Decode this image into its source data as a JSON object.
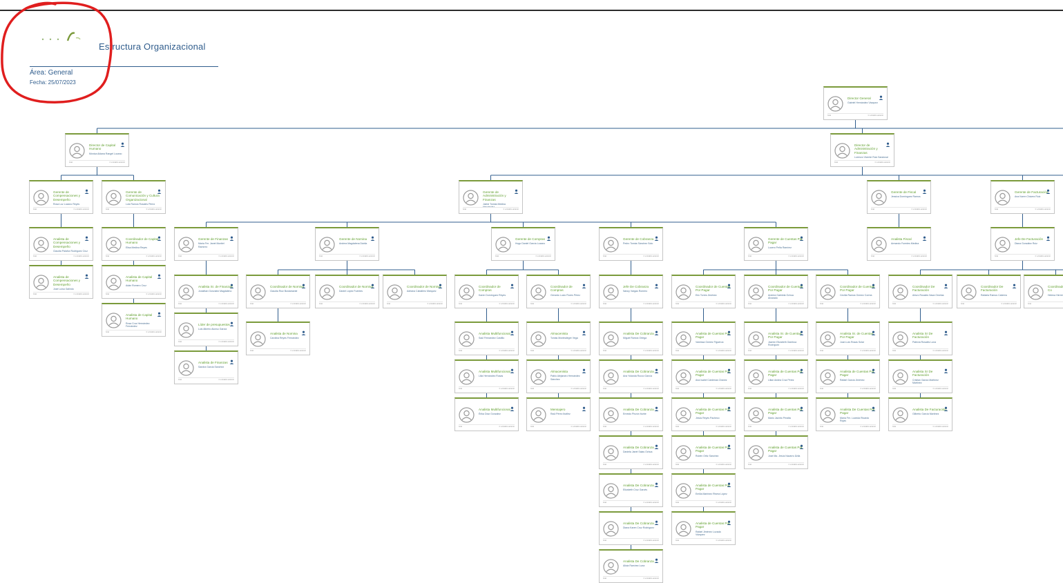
{
  "header": {
    "title": "Estructura Organizacional",
    "area": "Área: General",
    "fecha": "Fecha: 25/07/2023"
  },
  "colors": {
    "accent_green": "#7a9a3a",
    "text_green": "#5e9e2b",
    "line_blue": "#2f5c8c",
    "annotation_red": "#e01e1e"
  },
  "icons": {
    "avatar": "person-avatar-icon",
    "pin": "user-pin-icon"
  },
  "card_defaults": {
    "foot_left": "Gral",
    "foot_right": "Ir a Grafico anterior"
  },
  "cards": [
    {
      "role": "Director General",
      "person": "Gabriel Hernández Vázquez"
    },
    {
      "role": "Director de Capital Humano",
      "person": "Mónica Aldana Rangel Lozano"
    },
    {
      "role": "Director de Administración y Finanzas",
      "person": "Lorenzo Vicente Ruiz Sandoval"
    },
    {
      "role": "Gerente de Compensaciones y Desempeño",
      "person": "Rosa Luz Lozano Reyes"
    },
    {
      "role": "Gerente de Comunicación y Cultura Organizacional",
      "person": "Luis Ramos Rosales Pérez"
    },
    {
      "role": "Gerente de Administración y Finanzas",
      "person": "Jaime Tomás Medina Hernández"
    },
    {
      "role": "Gerente de Fiscal",
      "person": "Jessica Domínguez Ramos"
    },
    {
      "role": "Gerente de Facturación",
      "person": "Ana Karen Chávez Ruiz"
    },
    {
      "role": "Analista de Compensaciones y Desempeño",
      "person": "Claudia Palafox Rodríguez Cruz"
    },
    {
      "role": "Coordinador de Capital Humano",
      "person": "Elisa Medina Reyes"
    },
    {
      "role": "Gerente de Finanzas",
      "person": "María Fer. Janet Montiel Ramírez"
    },
    {
      "role": "Gerente de Nomina",
      "person": "Andrea Magdalena Dávila"
    },
    {
      "role": "Gerente de Compras",
      "person": "Hugo Daniel García Lozano"
    },
    {
      "role": "Gerente de Cobranza",
      "person": "Pedro Tomás Sánchez Soto"
    },
    {
      "role": "Gerente de Cuentas Por Pagar",
      "person": "Lucero Peña Ramírez"
    },
    {
      "role": "Analista Fiscal",
      "person": "Armando Fuentes Medina"
    },
    {
      "role": "Jefe De Facturación",
      "person": "Diana González Ruiz"
    },
    {
      "role": "Analista de Compensaciones y Desempeño",
      "person": "José Luisa Galindo"
    },
    {
      "role": "Analista de Capital Humano",
      "person": "Adán Romero Cruz"
    },
    {
      "role": "Analista de Capital Humano",
      "person": "Rosa Cruz Hernández Fernández"
    },
    {
      "role": "Analista Sr. de Finanzas",
      "person": "Jonathan Gonzalez Magdaleno"
    },
    {
      "role": "Líder de presupuestos",
      "person": "Luis Alberto Alonso García"
    },
    {
      "role": "Analista de Finanzas",
      "person": "Sandra Garcia Sánchez"
    },
    {
      "role": "Coordinador de Nomina",
      "person": "Claudia Ruiz Bustamante"
    },
    {
      "role": "Analista de Nomina",
      "person": "Carolina Reyes Fernández"
    },
    {
      "role": "Coordinador de Nomina",
      "person": "Daniel López Fuentes"
    },
    {
      "role": "Coordinador de Nomina",
      "person": "Adriana Caballero Márquez"
    },
    {
      "role": "Coordinador de Compras",
      "person": "Karen Domínguez Reyes"
    },
    {
      "role": "Analista Multifuncional",
      "person": "Saúl Fernández Castillo"
    },
    {
      "role": "Analista Multifuncional",
      "person": "Lilia Hernández Rosas"
    },
    {
      "role": "Analista Multifuncional",
      "person": "Érika Díaz Gonzalez"
    },
    {
      "role": "Coordinador de Compras",
      "person": "Gerardo Lucio Flores Pérez"
    },
    {
      "role": "Almacenista",
      "person": "Tomás Montealegre Vega"
    },
    {
      "role": "Almacenista",
      "person": "Pablo Alejandro Hernández Sánchez"
    },
    {
      "role": "Mensajero",
      "person": "Raúl Pérez Ibañez"
    },
    {
      "role": "Jefe De Cobranza",
      "person": "Nancy Vargas Romero"
    },
    {
      "role": "Analista De Cobranza",
      "person": "Miguel Ramos Ortega"
    },
    {
      "role": "Analista De Cobranza",
      "person": "Ana Yolanda Rocco García"
    },
    {
      "role": "Analista De Cobranza",
      "person": "Ernesto Pinzón Iturbe"
    },
    {
      "role": "Analista De Cobranza",
      "person": "Daniela Janet Salas Ochoa"
    },
    {
      "role": "Analista De Cobranza",
      "person": "Elizabeth Cruz Garcés"
    },
    {
      "role": "Analista De Cobranza",
      "person": "Diana Karen Cruz Rodríguez"
    },
    {
      "role": "Analista De Cobranza",
      "person": "Alicia Ramírez Luna"
    },
    {
      "role": "Coordinador de Cuentas Por Pagar",
      "person": "Eric Torres Jiménez"
    },
    {
      "role": "Analista de Cuentas Por Pagar",
      "person": "Vanessa Gómez Figueroa"
    },
    {
      "role": "Analista de Cuentas Por Pagar",
      "person": "Ana Isabel Cárdenas Chávez"
    },
    {
      "role": "Analista de Cuentas Por Pagar",
      "person": "Jesús Reyes Pacheco"
    },
    {
      "role": "Analista de Cuentas Por Pagar",
      "person": "Rubén Ortiz Sánchez"
    },
    {
      "role": "Analista de Cuentas Por Pagar",
      "person": "Emilia Martínez Rivera López"
    },
    {
      "role": "Analista de Cuentas Por Pagar",
      "person": "Rafael Jiménez Lozada Vázquez"
    },
    {
      "role": "Coordinador de Cuentas Por Pagar",
      "person": "Andrea Gabriela Ochoa Alvarado"
    },
    {
      "role": "Analista Sr. de Cuentas Por Pagar",
      "person": "Jazmín Elizabeth Gamboa Rodríguez"
    },
    {
      "role": "Analista de Cuentas Por Pagar",
      "person": "Lilian Andea Cruz Pérez"
    },
    {
      "role": "Analista de Cuentas Por Pagar",
      "person": "Mario Jacinto Peralta"
    },
    {
      "role": "Analista de Cuentas Por Pagar",
      "person": "José Ma. Jesús Navarro Ávila"
    },
    {
      "role": "Coordinador de Cuentas Por Pagar",
      "person": "Cecilia Ramos Gómez Correa"
    },
    {
      "role": "Analista Sr. de Cuentas Por Pagar",
      "person": "Juan Luis Rosas Solar"
    },
    {
      "role": "Analista de Cuentas Por Pagar",
      "person": "Rafael García Jiménez"
    },
    {
      "role": "Analista De Cuentas Por Pagar",
      "person": "María Fer. Lucinda Ricardo Rojas"
    },
    {
      "role": "Coordinador De Facturación",
      "person": "Arturo Rosales Nava Ornelas"
    },
    {
      "role": "Analista Sr De Facturación",
      "person": "Patricia Rosales Luna"
    },
    {
      "role": "Analista Sr De Facturación",
      "person": "Cristian García Martínez Martínez"
    },
    {
      "role": "Analista De Facturación",
      "person": "Gilberto García Martínez"
    },
    {
      "role": "Coordinador De Facturación",
      "person": "Rafaela Ramos Cabrera"
    },
    {
      "role": "Coordinador De Cuentas Co",
      "person": "Helena Herrera"
    }
  ]
}
